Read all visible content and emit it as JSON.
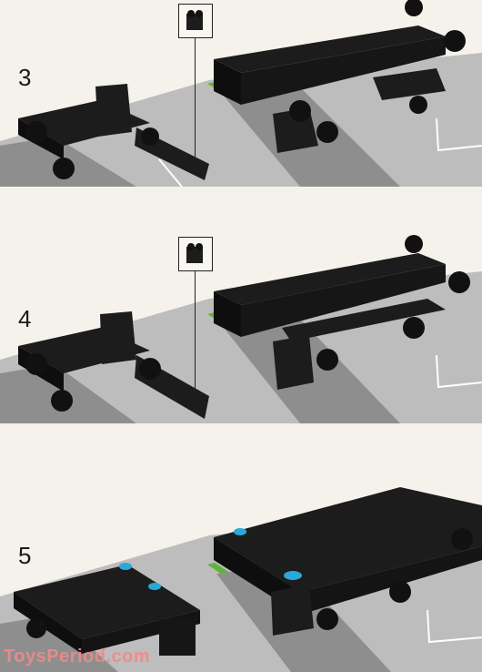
{
  "steps": [
    {
      "number": "3"
    },
    {
      "number": "4"
    },
    {
      "number": "5"
    }
  ],
  "watermark": "ToysPeriod.com",
  "colors": {
    "background": "#f5f2eb",
    "road": "#b9b9b9",
    "baseplate": "#9a9a9a",
    "green_stripe": "#5fb33a",
    "brick": "#1c1c1c",
    "accent_blue": "#2aa9d6"
  }
}
